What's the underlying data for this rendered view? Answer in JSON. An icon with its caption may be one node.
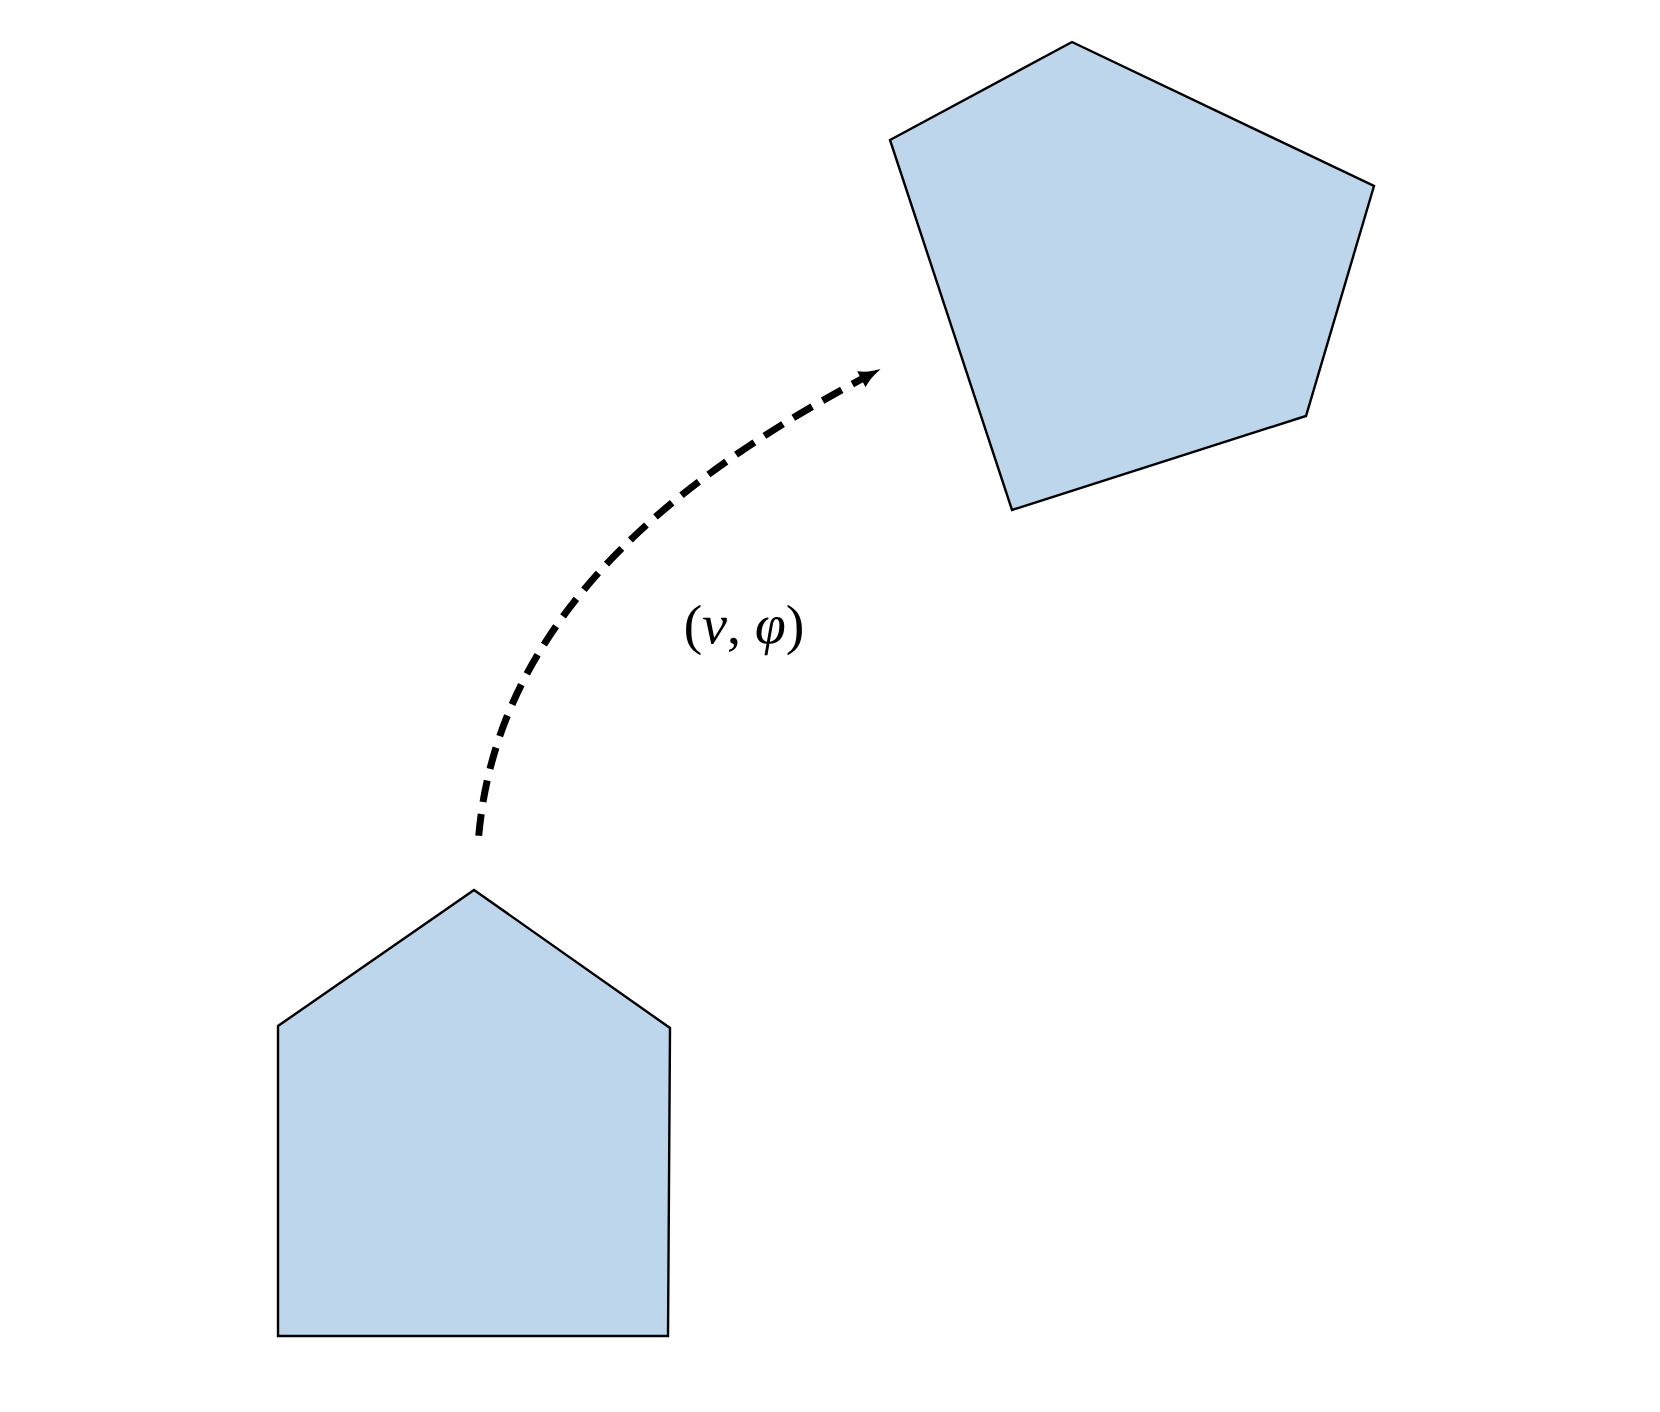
{
  "diagram": {
    "nodes": [
      {
        "text": [],
        "shape": "pentagon"
      },
      {
        "text": [],
        "shape": "pentagon"
      }
    ],
    "edges": [
      {
        "from": 1,
        "to": 0,
        "arrow": "to",
        "style": "dashed",
        "label": "(*v*, *φ*)"
      }
    ]
  }
}
